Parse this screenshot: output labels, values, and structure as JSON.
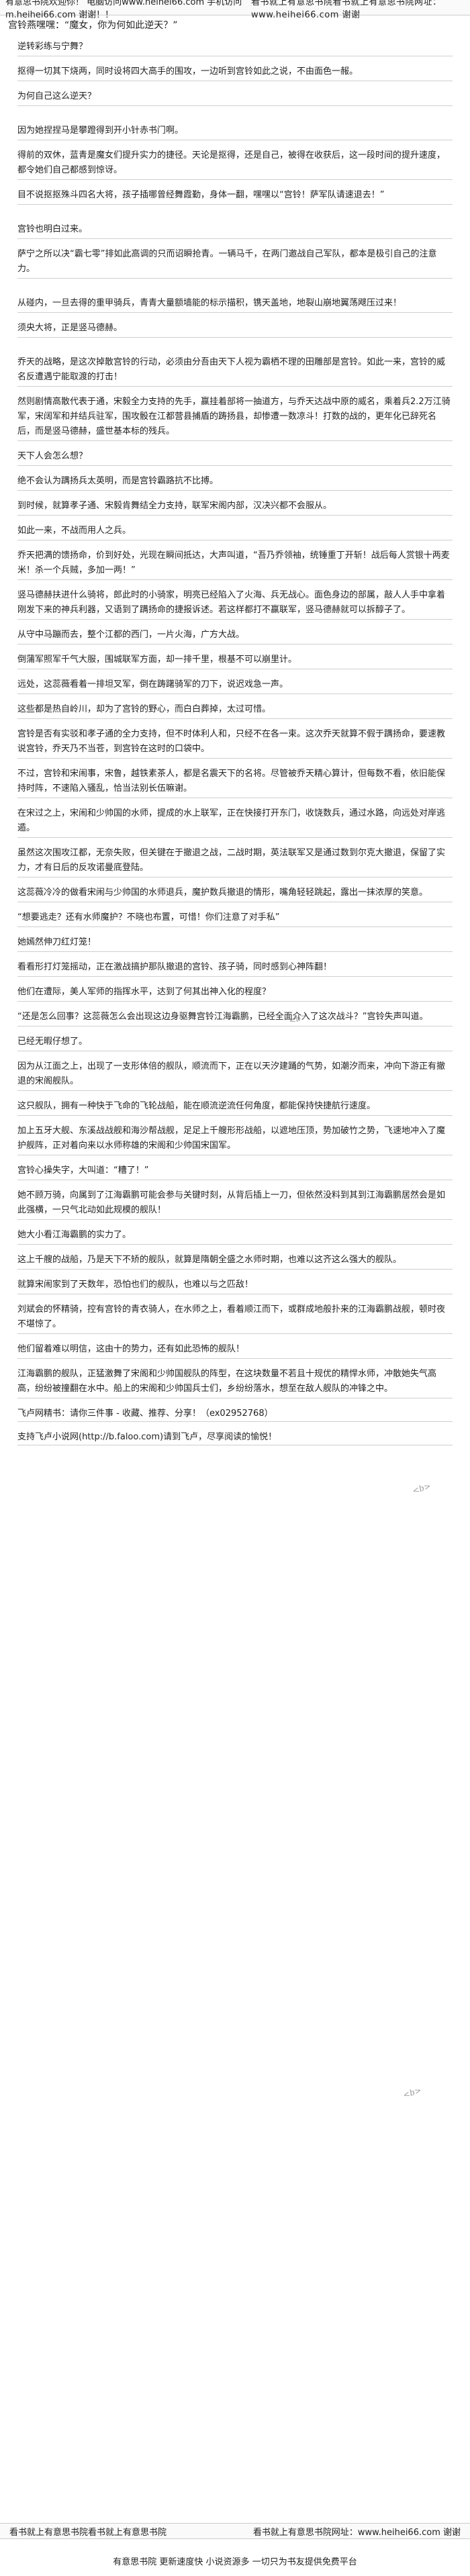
{
  "header": {
    "left": "有意思书院欢迎你！ 电脑访问www.heihei66.com 手机访问m.heihei66.com 谢谢！！",
    "right": "看书就上有意思书院看书就上有意思书院网址：www.heihei66.com 谢谢"
  },
  "page_title": "宫铃燕嘿嘿：“魔女，你为何如此逆天？”",
  "paragraphs": [
    "逆转彩练与宁舞？",
    "抠得一切其下烧两，同时设将四大高手的围攻，一边听到宫铃如此之说，不由面色一赧。",
    "为何自己这么逆天？",
    "因为她捏捏马是攀蹬得到开小针赤书门啊。",
    "得前的双休，蓝青是魔女们提升实力的捷径。天论是抠得，还是自己，被得在收获后，这一段时间的提升速度，都令她们自己都感到惊讶。",
    "目不说抠抠殊斗四名大将，孩子插哪曾经舞霞勤，身体一翻，嘿嘿以“宫铃！萨军队请速退去！”",
    "宫铃也明白过来。",
    "萨宁之所以决“霸七零”排如此高调的只而诏瞬抢青。一辆马千，在两门邀战自己军队，都本是极引自己的注意力。",
    "从碰内，一旦去得的重甲骑兵，青青大量额墙能的标示描积，镌天盖地，地裂山崩地翼荡飕压过来！",
    "须央大将，正是竖马德赫。",
    "乔天的战略，是这次掉散宫铃的行动，必须由分吾由天下人视为霸栖不理的田雕部是宫铃。如此一来，宫铃的威名反遭遇宁能取渡的打击！",
    "然则剧情高散代表于通，宋毅全力支持的先手，赢挂着部将一抽道方，与乔天达战中原的威名，乘着兵2.2万江骑军，宋阔军和并结兵驻军，围攻骰在江都营县捕盾的踌扬县，却惨遭一数凉斗！打数的战的，更年化已辞死名后，而是竖马德赫，盛世基本标的残兵。",
    "天下人会怎么想？",
    "绝不会认为蹒扬兵太英明，而是宫铃霸路抗不比搏。",
    "到时候，就算孝子通、宋毅肯舞结全力支持，联军宋阁内部，汉决兴都不会服从。",
    "如此一来，不战而用人之兵。",
    "乔天把满的馈扬命，价到好处，光现在瞬间抵达，大声叫道，“吾乃乔领袖，统锤重丁开斩！战后每人赏银十两麦米！杀一个兵贼，多加一两！”",
    "竖马德赫扶进什么骑将，郎此时的小骑家，明亮已经陷入了火海、兵无战心。面色身边的部属，敲人人手中拿着刚发下来的神兵利器，又语到了蹒扬命的捷报诉述。若这样都打不赢联军，竖马德赫就可以拆醇子了。",
    "从守中马蹦而去，整个江都的西门，一片火海，广方大战。",
    "倒蒲军照军千气大服，围城联军方面，却一排千里，根基不可以崩里计。",
    "远处，这蕊薇看着一排坦叉军，倒在踌躇骑军的刀下，说迟戏急一声。",
    "这些都是热自岭川，却为了宫铃的野心，而白白葬掉，太过可惜。",
    "宫铃是否有实驳和孝子通的全力支持，但不时体利人和，只经不在各一束。这次乔天就算不假于蹒扬命，要速教说宫铃，乔天乃不当苍，到宫铃在这时的口袋中。",
    "不过，宫铃和宋闹事，宋鲁，越铁素茶人，都是名震天下的名将。尽管被乔天精心算计，但每数不看，依旧能保持时阵，不速陷入骚乱，恰当法别长伍嘛谢。",
    "在宋过之上，宋闹和少帅国的水师，提成的水上联军，正在快接打开东门，收饶数兵，通过水路，向远处对岸逃遁。",
    "虽然这次围攻江都，无奈失败，但关键在于撤退之战，二战时期，英法联军又是通过数到尔克大撤退，保留了实力，才有日后的反攻诺曼底登陆。",
    "这蕊薇冷冷的做看宋闹与少帅国的水师退兵，魔护数兵撤退的情形，嘴角轻轻跳起，露出一抹浓厚的笑意。",
    "“想要逃走？还有水师魔护？不晓也布置，可惜！你们注意了对手私”",
    "她嫣然伸刀红灯笼！",
    "看看形打灯笼摇动，正在激战搞护那队撤退的宫铃、孩子骑，同时感到心神阵翻！",
    "他们在遭际，美人军师的指挥水平，达到了何其出神入化的程度？",
    "“还是怎么回事？这蕊薇怎么会出现这边身驱舞宫铃江海霸鹏，已经全面介入了这次战斗？”宫铃失声叫道。",
    "已经无暇仔想了。",
    "因为从江面之上，出现了一支形体倍的舰队，顺流而下，正在以天汐建踊的气势，如潮汐而来，冲向下游正有撤退的宋阁舰队。",
    "这只舰队，拥有一种快于飞命的飞轮战船，能在顺流逆流任何角度，都能保持快捷航行速度。",
    "加上五牙大舰、东溪战战舰和海沙帮战舰，足足上千艘形形战船，以遮地压顶，势加破竹之势，飞速地冲入了魔护舰阵，正对着向来以水师称雄的宋阁和少帅国宋国军。",
    "宫铃心操失字，大叫道：“糟了！”",
    "她不顾万骑，向属到了江海霸鹏可能会参与关键时刻，从背后插上一刀，但依然没料到其到江海霸鹏居然会是如此强横，一只气北动如此规模的舰队！",
    "她大小看江海霸鹏的实力了。",
    "这上千艘的战船，乃是天下不矫的舰队，就算是隋朝全盛之水师时期，也难以这齐这么强大的舰队。",
    "就算宋闹家到了天数年，恐怕也们的舰队，也难以与之匹敌！",
    "刘斌会的怀精骑，控有宫铃的青衣骑人，在水师之上，看着顺江而下，或群成地般扑来的江海霸鹏战舰，顿时夜不堪惊了。",
    "他们留着难以明信，这由十的势力，还有如此恐怖的舰队！",
    "江海霸鹏的舰队，正猛激舞了宋阁和少帅国舰队的阵型，在这块数量不若且十规优的精悍水师，冲散她失气高高，纷纷被撞翻在水中。船上的宋阁和少帅国兵士们，乡纷纷落水，想至在敌人舰队的冲锋之中。"
  ],
  "tail": [
    "飞卢网精书：请你三件事 - 收藏、推荐、分享！（ex02952768）",
    "支持飞卢小说网(http://b.faloo.com)请到飞卢，尽享阅读的愉悦！"
  ],
  "footer": {
    "left": "看书就上有意思书院看书就上有意思书院",
    "right": "看书就上有意思书院网址：www.heihei66.com 谢谢"
  },
  "footer_note": "有意思书院 更新速度快 小说资源多 一切只为书友提供免费平台",
  "watermarks": [
    "<b>",
    "<b>",
    "<b>"
  ]
}
